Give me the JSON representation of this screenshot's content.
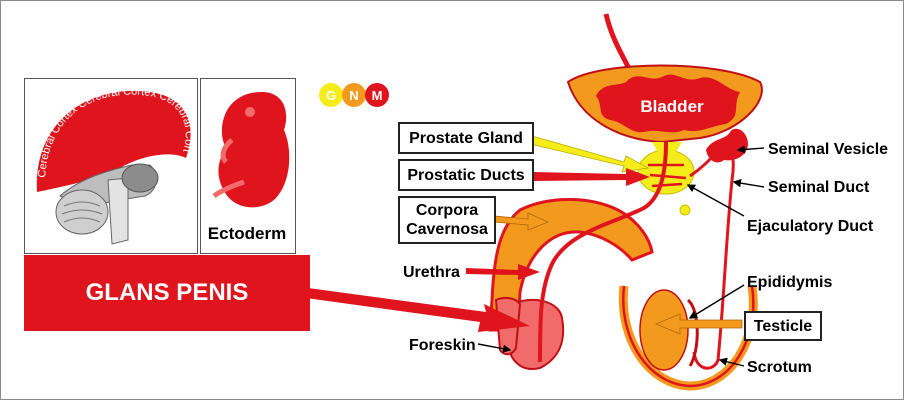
{
  "banner": "GLANS PENIS",
  "brain_labels": [
    "Cerebral Cortex",
    "Cerebral Cortex",
    "Cerebral Cortex",
    "Cerebral Cortex"
  ],
  "embryo_label": "Ectoderm",
  "logo_letters": [
    "G",
    "N",
    "M"
  ],
  "organ_label": "Bladder",
  "boxed_labels": {
    "prostate_gland": "Prostate Gland",
    "prostatic_ducts": "Prostatic Ducts",
    "corpora_line1": "Corpora",
    "corpora_line2": "Cavernosa",
    "testicle": "Testicle"
  },
  "labels": {
    "urethra": "Urethra",
    "foreskin": "Foreskin",
    "seminal_vesicle": "Seminal Vesicle",
    "seminal_duct": "Seminal Duct",
    "ejaculatory_duct": "Ejaculatory Duct",
    "epididymis": "Epididymis",
    "scrotum": "Scrotum"
  },
  "colors": {
    "red": "#e0141c",
    "orange": "#f39a1e",
    "yellow": "#f5ec1a",
    "pink": "#f26b6b",
    "gray": "#a8a8a8"
  }
}
